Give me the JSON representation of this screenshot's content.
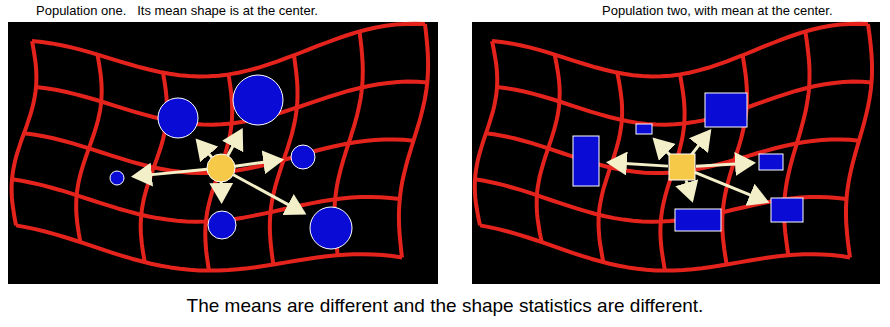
{
  "diagram": {
    "caption": "The means are different and the shape statistics are different.",
    "labels": [
      "Population one.   Its mean shape is at the center.",
      "Population two, with mean at the center."
    ]
  }
}
